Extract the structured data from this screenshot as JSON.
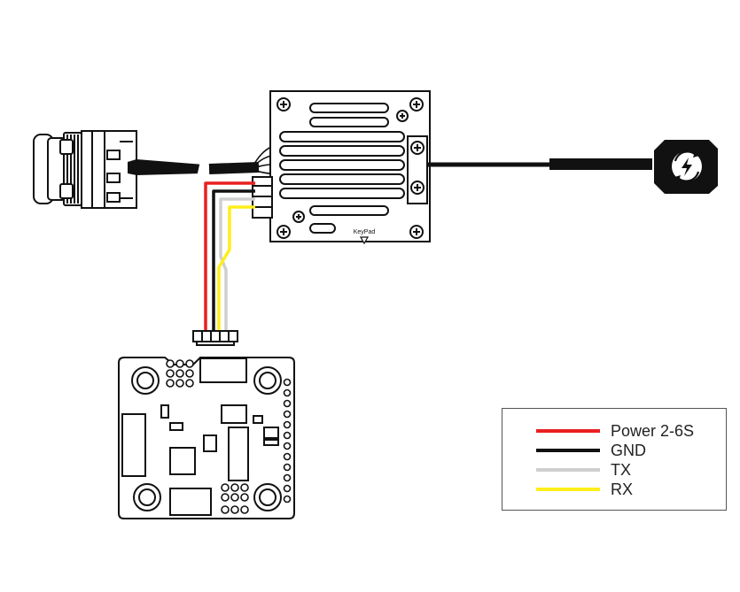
{
  "keypad_label": "KeyPad",
  "legend": [
    {
      "label": "Power 2-6S",
      "color": "#e8201f"
    },
    {
      "label": "GND",
      "color": "#111111"
    },
    {
      "label": "TX",
      "color": "#cfcfcf"
    },
    {
      "label": "RX",
      "color": "#ffee1a"
    }
  ],
  "colors": {
    "outline": "#111111",
    "power": "#e8201f",
    "gnd": "#111111",
    "tx": "#cfcfcf",
    "rx": "#ffee1a"
  },
  "icons": {
    "vtx": "heatsink-vtx-icon",
    "camera": "fpv-camera-icon",
    "antenna": "antenna-icon",
    "fc": "flight-controller-icon"
  }
}
